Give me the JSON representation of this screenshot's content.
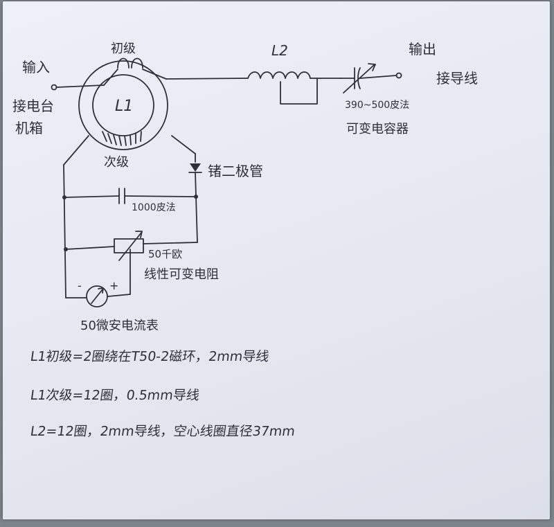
{
  "labels": {
    "input": "输入",
    "input_sub_1": "接电台",
    "input_sub_2": "机箱",
    "primary": "初级",
    "toroid": "L1",
    "secondary": "次级",
    "l2": "L2",
    "output_1": "输出",
    "output_2": "接导线",
    "cap_value": "390~500皮法",
    "cap_desc": "可变电容器",
    "diode": "锗二极管",
    "cap_fixed": "1000皮法",
    "pot_value": "50千欧",
    "pot_desc": "线性可变电阻",
    "meter_minus": "-",
    "meter_plus": "+",
    "meter_desc": "50微安电流表"
  },
  "notes": [
    "L1初级=2圈绕在T50-2磁环，2mm导线",
    "L1次级=12圈，0.5mm导线",
    "L2=12圈，2mm导线，空心线圈直径37mm"
  ],
  "colors": {
    "ink": "#2e2f38",
    "paper": "#e9ebf3"
  }
}
